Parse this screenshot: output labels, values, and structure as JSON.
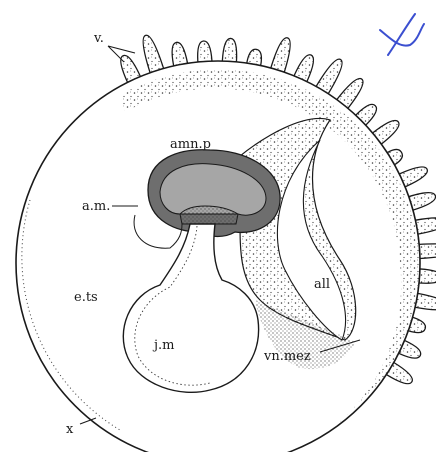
{
  "labels": {
    "v": "v.",
    "amn_p": "amn.p",
    "a_m": "a.m.",
    "e_ts": "e.ts",
    "all": "all",
    "j_m": "j.m",
    "vn_mez": "vn.mez",
    "x": "x"
  },
  "colors": {
    "ink": "#1a1a1a",
    "stipple": "#3a3a3a",
    "amnion_fill": "#6e6e6e",
    "annotation": "#3b4fd0"
  }
}
